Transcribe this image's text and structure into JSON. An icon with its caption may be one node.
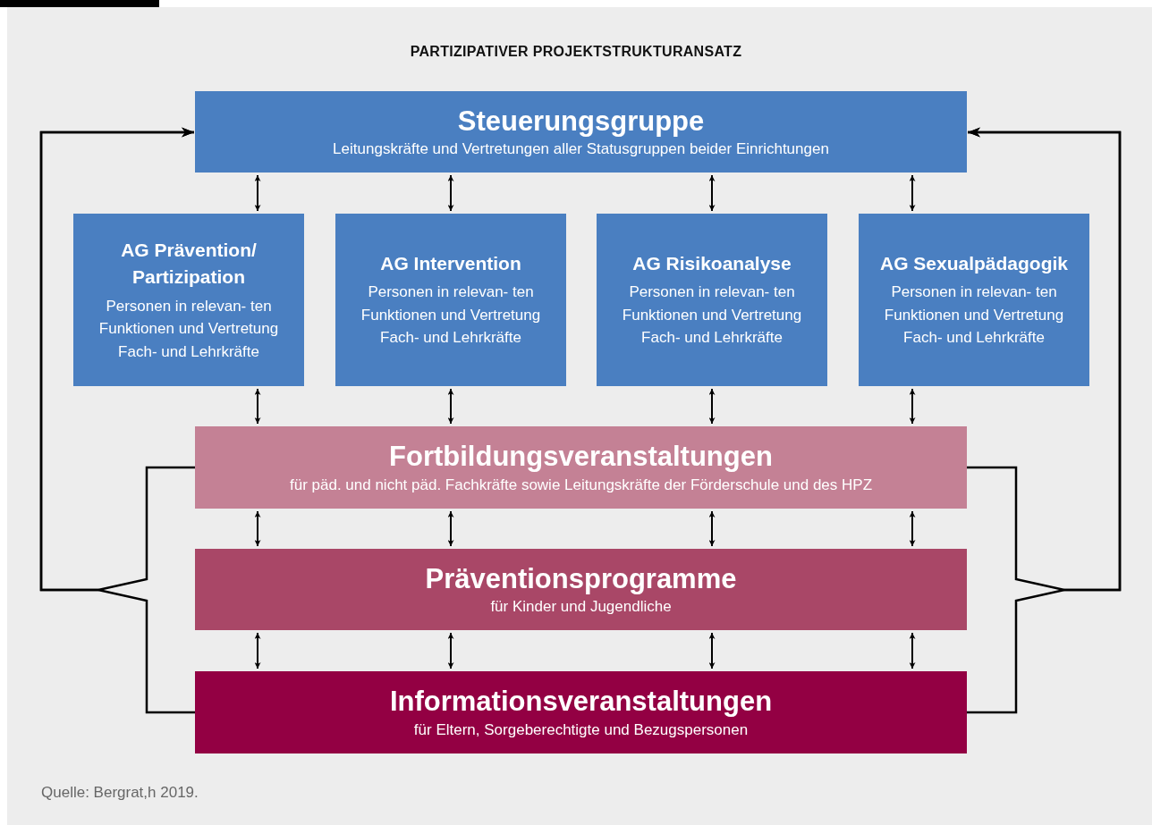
{
  "diagram": {
    "title": "PARTIZIPATIVER PROJEKTSTRUKTURANSATZ",
    "caption": "Quelle: Bergrat,h 2019.",
    "nodes": [
      {
        "text": [
          "Steuerungsgruppe",
          "Leitungskräfte und Vertretungen aller Statusgruppen beider Einrichtungen"
        ]
      },
      {
        "text": [
          "AG Prävention/ Partizipation",
          "Personen in relevan- ten Funktionen und Vertretung Fach- und Lehrkräfte"
        ]
      },
      {
        "text": [
          "AG Intervention",
          "Personen in relevan- ten Funktionen und Vertretung Fach- und Lehrkräfte"
        ]
      },
      {
        "text": [
          "AG Risikoanalyse",
          "Personen in relevan- ten Funktionen und Vertretung Fach- und Lehrkräfte"
        ]
      },
      {
        "text": [
          "AG Sexualpädagogik",
          "Personen in relevan- ten Funktionen und Vertretung Fach- und Lehrkräfte"
        ]
      },
      {
        "text": [
          "Fortbildungsveranstaltungen",
          "für päd. und nicht päd. Fachkräfte sowie Leitungskräfte der Förderschule und des HPZ"
        ]
      },
      {
        "text": [
          "Präventionsprogramme",
          "für Kinder und Jugendliche"
        ]
      },
      {
        "text": [
          "Informationsveranstaltungen",
          "für Eltern, Sorgeberechtigte und Bezugspersonen"
        ]
      }
    ],
    "edges": [
      {
        "from": 0,
        "to": 1,
        "arrow": "both"
      },
      {
        "from": 0,
        "to": 2,
        "arrow": "both"
      },
      {
        "from": 0,
        "to": 3,
        "arrow": "both"
      },
      {
        "from": 0,
        "to": 4,
        "arrow": "both"
      },
      {
        "from": 1,
        "to": 5,
        "arrow": "both"
      },
      {
        "from": 2,
        "to": 5,
        "arrow": "both"
      },
      {
        "from": 3,
        "to": 5,
        "arrow": "both"
      },
      {
        "from": 4,
        "to": 5,
        "arrow": "both"
      },
      {
        "from": 5,
        "to": 6,
        "arrow": "both"
      },
      {
        "from": 5,
        "to": 6,
        "arrow": "both"
      },
      {
        "from": 5,
        "to": 6,
        "arrow": "both"
      },
      {
        "from": 5,
        "to": 6,
        "arrow": "both"
      },
      {
        "from": 6,
        "to": 7,
        "arrow": "both"
      },
      {
        "from": 6,
        "to": 7,
        "arrow": "both"
      },
      {
        "from": 6,
        "to": 7,
        "arrow": "both"
      },
      {
        "from": 6,
        "to": 7,
        "arrow": "both"
      },
      {
        "from": 5,
        "to": 0,
        "arrow": "to"
      },
      {
        "from": 7,
        "to": 0,
        "arrow": "to"
      },
      {
        "from": 5,
        "to": 0,
        "arrow": "to"
      },
      {
        "from": 7,
        "to": 0,
        "arrow": "to"
      }
    ]
  }
}
